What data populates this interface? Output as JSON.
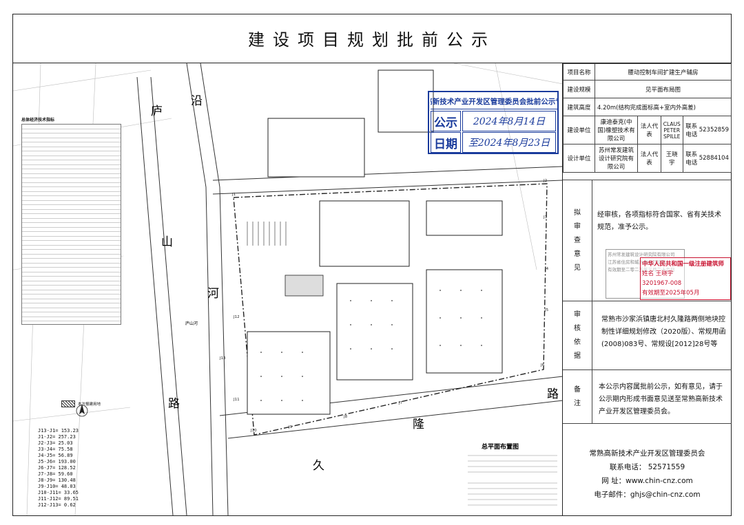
{
  "title": "建设项目规划批前公示",
  "project": {
    "rows": [
      {
        "label": "项目名称",
        "value": "腰动控制车间扩建生产辅房"
      },
      {
        "label": "建设规模",
        "value": "见平面布局图"
      },
      {
        "label": "建筑高度",
        "value": "4.20m(结构完成面标高+室内外高差)"
      }
    ],
    "builder": {
      "label": "建设单位",
      "name": "康迪泰克(中国)橡塑技术有限公司",
      "rep_label": "法人代表",
      "rep": "CLAUS PETER SPILLE",
      "phone_label": "联系电话",
      "phone": "52352859"
    },
    "designer": {
      "label": "设计单位",
      "name": "苏州常发建筑设计研究院有限公司",
      "rep_label": "法人代表",
      "rep": "王晓宇",
      "phone_label": "联系电话",
      "phone": "52884104"
    }
  },
  "opinion": {
    "label": [
      "拟",
      "审",
      "查",
      "意",
      "见"
    ],
    "text": "经审核，各项指标符合国家、省有关技术规范，准予公示。"
  },
  "basis": {
    "label": [
      "审",
      "核",
      "依",
      "据"
    ],
    "text": "常熟市沙家浜镇唐北村久隆路两侧地块控制性详细规划修改（2020版）、常规用函(2008)083号、常规设[2012]28号等"
  },
  "remarks": {
    "label": [
      "备",
      "注"
    ],
    "text": "本公示内容属批前公示，如有意见，请于公示期内形成书面意见送至常熟高新技术产业开发区管理委员会。"
  },
  "footer": {
    "org": "常熟高新技术产业开发区管理委员会",
    "phone": "联系电话：  52571559",
    "web": "网  址：www.chin-cnz.com",
    "mail": "电子邮件：ghjs@chin-cnz.com"
  },
  "stamp": {
    "header": "常熟高新技术产业开发区管理委员会批前公示专用章",
    "left_top": "公示",
    "left_bottom": "日期",
    "date_top": "2024年8月14日",
    "date_bottom": "至2024年8月23日"
  },
  "architect_stamp": {
    "line1": "中华人民共和国一级注册建筑师",
    "line2": "姓名  王晓宇",
    "line3": "3201967-008",
    "line4": "有效期至2025年05月"
  },
  "design_stamp": {
    "line1": "苏州常发建筑设计研究院有限公司",
    "line2": "江苏省住房和城乡建设厅监制",
    "line3": "有效期至二零二五年三月二十六日"
  },
  "plan": {
    "road_left": [
      "庐",
      "山",
      "路"
    ],
    "river": [
      "沿",
      "河"
    ],
    "road_bottom": [
      "久",
      "隆",
      "路"
    ],
    "river_label": "庐山河",
    "road_right": "路",
    "north_label": "N",
    "drawing_title": "总平面布置图",
    "notes_title": "总体经济技术指标",
    "coords": [
      "J13-J1= 153.23",
      "J1-J2= 257.23",
      "J2-J3= 25.03",
      "J3-J4= 75.58",
      "J4-J5= 56.89",
      "J5-J6= 193.00",
      "J6-J7= 128.52",
      "J7-J8= 59.60",
      "J8-J9= 130.48",
      "J9-J10= 48.03",
      "J10-J11= 33.65",
      "J11-J12= 89.51",
      "J12-J13= 0.62"
    ],
    "legend_label": "本次报建用地",
    "markers": [
      "J1",
      "J2",
      "J3",
      "J4",
      "J5",
      "J6",
      "J7",
      "J8",
      "J9",
      "J10",
      "J11",
      "J12",
      "J13"
    ]
  }
}
